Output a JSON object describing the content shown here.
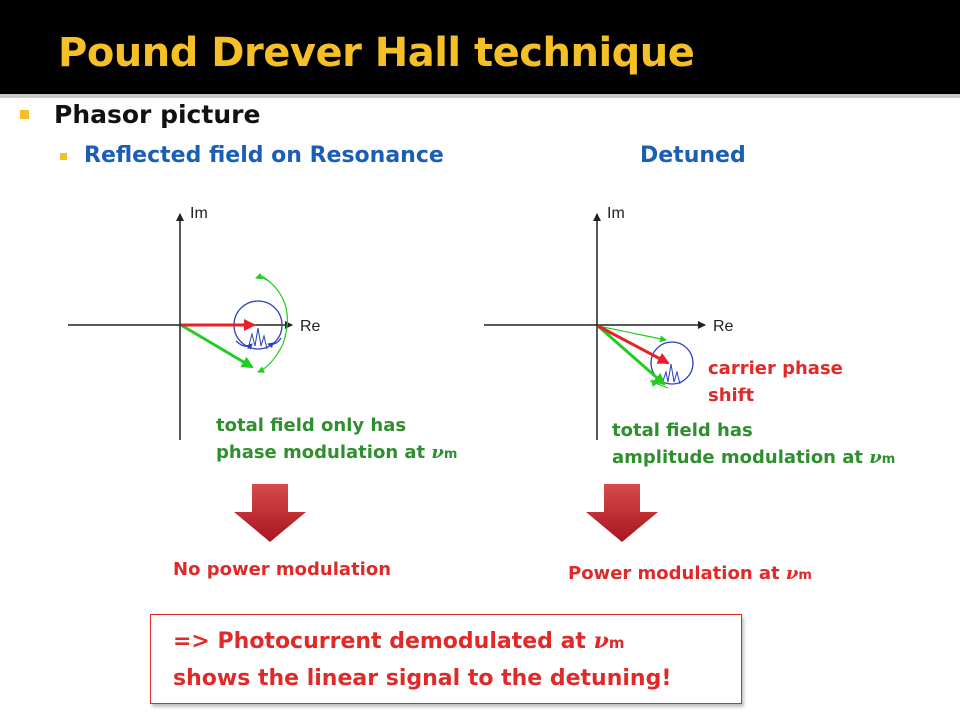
{
  "slide": {
    "title": "Pound Drever Hall technique",
    "bullet1": "Phasor picture",
    "bullet2_left": "Reflected field on Resonance",
    "bullet2_right": "Detuned"
  },
  "diagram_left": {
    "axis_im": "Im",
    "axis_re": "Re",
    "note_line1": "total field only has",
    "note_line2_prefix": "phase modulation at ",
    "nu_symbol": "ν",
    "nu_subscript": "m",
    "result": "No power modulation"
  },
  "diagram_right": {
    "axis_im": "Im",
    "axis_re": "Re",
    "carrier_line1": "carrier phase",
    "carrier_line2": "shift",
    "note_line1": "total field has",
    "note_line2_prefix": "amplitude modulation at ",
    "nu_symbol": "ν",
    "nu_subscript": "m",
    "result_prefix": "Power modulation at "
  },
  "conclusion": {
    "line1_prefix": "=> Photocurrent demodulated at ",
    "nu_symbol": "ν",
    "nu_subscript": "m",
    "line2": "shows the linear signal to the detuning!"
  },
  "colors": {
    "title": "#f5c027",
    "accent_blue": "#1a5fb4",
    "green_text": "#2f8f2f",
    "red_text": "#e02a2a",
    "phasor_red": "#e8202a",
    "phasor_green": "#22cc22",
    "circle_blue": "#2a3fbf",
    "arrow_fill": "#c0202a"
  }
}
